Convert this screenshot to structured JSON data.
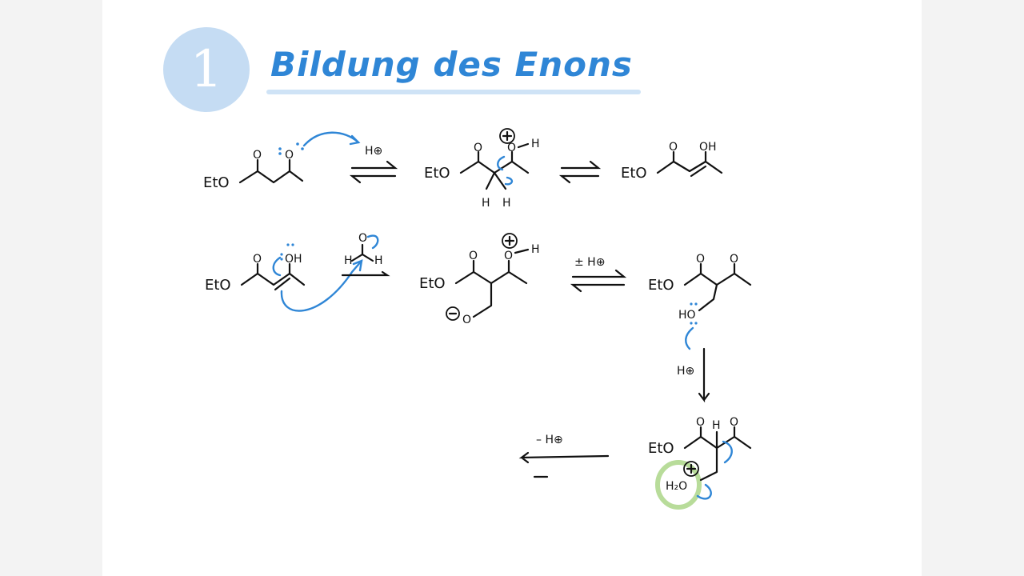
{
  "title": "Bildung des Enons",
  "step_number": "1",
  "labels": {
    "eto": "EtO",
    "o": "O",
    "oh": "OH",
    "h": "H",
    "h_plus": "H⊕",
    "pm_h_plus": "± H⊕",
    "minus_h_plus": "– H⊕",
    "h2o": "H₂O",
    "ho": "HO",
    "o_minus": "⊖O",
    "plus": "⊕"
  },
  "colors": {
    "accent_blue": "#2f86d6",
    "badge_blue": "#c5dcf3",
    "highlight_green": "#b8dc9a",
    "ink": "#111111"
  }
}
